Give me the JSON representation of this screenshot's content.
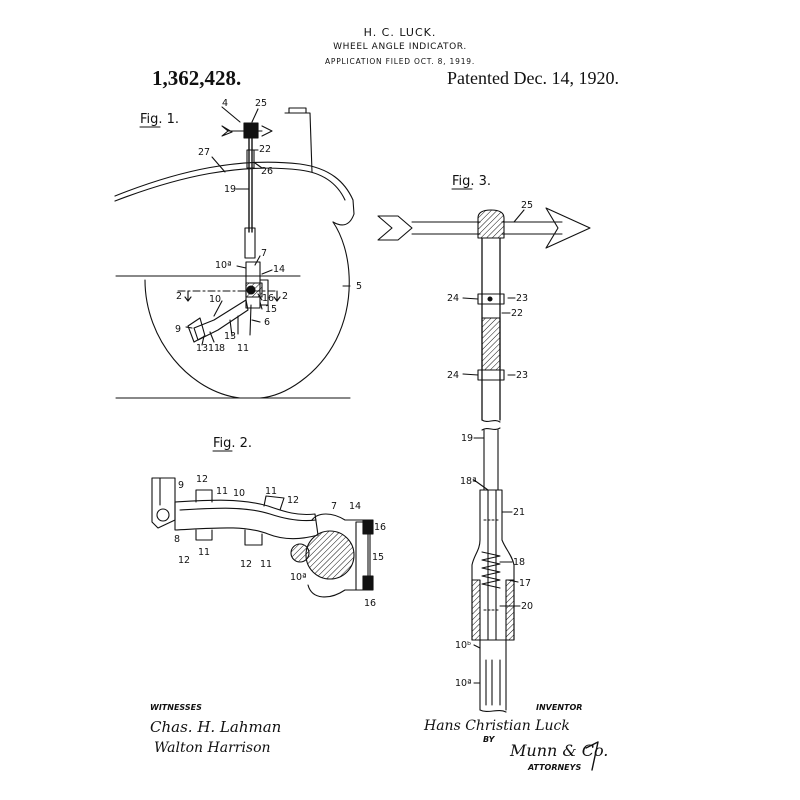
{
  "header": {
    "inventor_name": "H. C. LUCK.",
    "title": "WHEEL ANGLE INDICATOR.",
    "filed": "APPLICATION FILED OCT. 8, 1919.",
    "patent_number": "1,362,428.",
    "patented": "Patented Dec. 14, 1920."
  },
  "figures": {
    "fig1": {
      "label": "Fig. 1.",
      "refs": {
        "r4": "4",
        "r25": "25",
        "r22": "22",
        "r27": "27",
        "r26": "26",
        "r19": "19",
        "r7": "7",
        "r10a": "10ª",
        "r14": "14",
        "r5": "5",
        "r2l": "2",
        "r2r": "2",
        "r16": "16",
        "r15": "15",
        "r10": "10",
        "r6": "6",
        "r9": "9",
        "r13a": "13",
        "r13b": "13",
        "r11a": "11",
        "r8": "8",
        "r11b": "11"
      }
    },
    "fig2": {
      "label": "Fig. 2.",
      "refs": {
        "r9": "9",
        "r12a": "12",
        "r11a": "11",
        "r10": "10",
        "r11b": "11",
        "r12b": "12",
        "r7": "7",
        "r14": "14",
        "r16a": "16",
        "r8": "8",
        "r11c": "11",
        "r12c": "12",
        "r15": "15",
        "r12d": "12",
        "r11d": "11",
        "r10a": "10ª",
        "r16b": "16"
      }
    },
    "fig3": {
      "label": "Fig. 3.",
      "refs": {
        "r25": "25",
        "r24a": "24",
        "r23a": "23",
        "r22": "22",
        "r24b": "24",
        "r23b": "23",
        "r19": "19",
        "r18a": "18ª",
        "r21": "21",
        "r18": "18",
        "r17": "17",
        "r20": "20",
        "r10b": "10ᵇ",
        "r10a": "10ª"
      }
    }
  },
  "signatures": {
    "witnesses_label": "WITNESSES",
    "witness_1": "Chas. H. Lahman",
    "witness_2": "Walton Harrison",
    "inventor_label": "INVENTOR",
    "inventor_name": "Hans Christian Luck",
    "by_label": "BY",
    "attorney_signature": "Munn & Co.",
    "attorneys_label": "ATTORNEYS"
  }
}
